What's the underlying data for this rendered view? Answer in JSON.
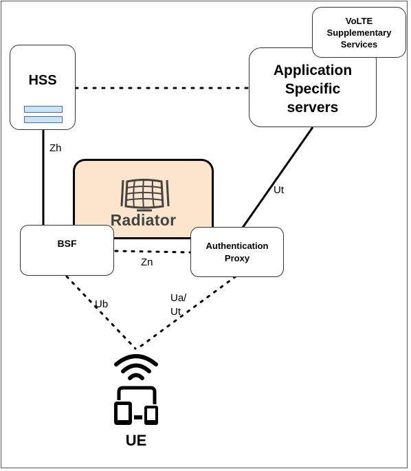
{
  "nodes": {
    "hss": "HSS",
    "app_servers": [
      "Application",
      "Specific",
      "servers"
    ],
    "volte": [
      "VoLTE",
      "Supplementary",
      "Services"
    ],
    "radiator": "Radiator",
    "bsf": "BSF",
    "auth_proxy": [
      "Authentication",
      "Proxy"
    ],
    "ue": "UE"
  },
  "interfaces": {
    "zh": "Zh",
    "ut_top": "Ut",
    "zn": "Zn",
    "ub": "Ub",
    "ua_ut": [
      "Ua/",
      "Ut"
    ]
  },
  "connections": [
    {
      "from": "HSS",
      "to": "Application Specific servers",
      "style": "dotted"
    },
    {
      "from": "HSS",
      "to": "BSF",
      "style": "solid",
      "interface": "Zh"
    },
    {
      "from": "Application Specific servers",
      "to": "Authentication Proxy",
      "style": "solid",
      "interface": "Ut"
    },
    {
      "from": "BSF",
      "to": "Authentication Proxy",
      "style": "dotted",
      "interface": "Zn"
    },
    {
      "from": "BSF",
      "to": "UE",
      "style": "dotted",
      "interface": "Ub"
    },
    {
      "from": "Authentication Proxy",
      "to": "UE",
      "style": "dotted",
      "interface": "Ua/Ut"
    }
  ],
  "colors": {
    "radiator_fill": "#fce5cd",
    "hss_bar_fill": "#cfe2f3",
    "hss_bar_stroke": "#3d6fb0",
    "line": "#000000"
  },
  "icons": [
    "wifi-icon",
    "device-tablet-icon",
    "device-monitor-icon",
    "device-phone-icon",
    "radiator-logo-icon"
  ]
}
